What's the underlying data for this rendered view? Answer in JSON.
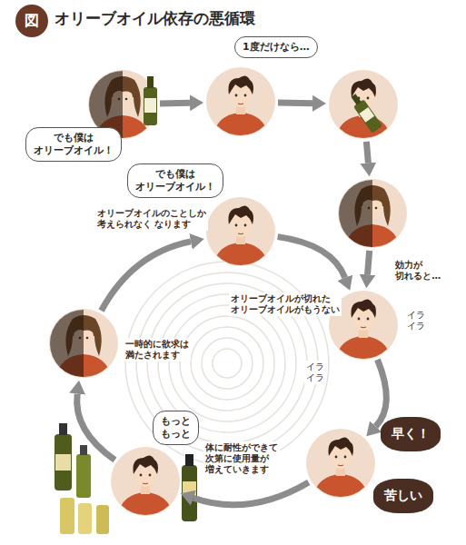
{
  "diagram": {
    "title": "オリーブオイル依存の悪循環",
    "nodes": [
      {
        "text": [
          "でも僕は オリーブオイル！"
        ]
      },
      {
        "text": [
          "1度だけなら…"
        ]
      },
      {
        "text": []
      },
      {
        "text": []
      },
      {
        "text": [
          "オリーブオイルが切れた オリーブオイルがもうない",
          "イラ イラ",
          "イラ イラ"
        ]
      },
      {
        "text": [
          "早く！",
          "苦しい"
        ]
      },
      {
        "text": [
          "もっと もっと",
          "体に耐性ができて 次第に使用量が 増えていきます"
        ]
      },
      {
        "text": [
          "一時的に欲求は 満たされます"
        ]
      },
      {
        "text": [
          "でも僕は オリーブオイル！",
          "オリーブオイルのことしか 考えられなく なります"
        ]
      }
    ],
    "edges": [
      {
        "from": 0,
        "to": 1,
        "arrow": "to"
      },
      {
        "from": 1,
        "to": 2,
        "arrow": "to"
      },
      {
        "from": 2,
        "to": 3,
        "arrow": "to"
      },
      {
        "from": 3,
        "to": 4,
        "label": "効力が 切れると…",
        "arrow": "to"
      },
      {
        "from": 4,
        "to": 5,
        "arrow": "to"
      },
      {
        "from": 5,
        "to": 6,
        "arrow": "to"
      },
      {
        "from": 6,
        "to": 7,
        "arrow": "to"
      },
      {
        "from": 7,
        "to": 8,
        "arrow": "to"
      },
      {
        "from": 8,
        "to": 4,
        "arrow": "to"
      }
    ],
    "labels": [
      "図"
    ]
  }
}
